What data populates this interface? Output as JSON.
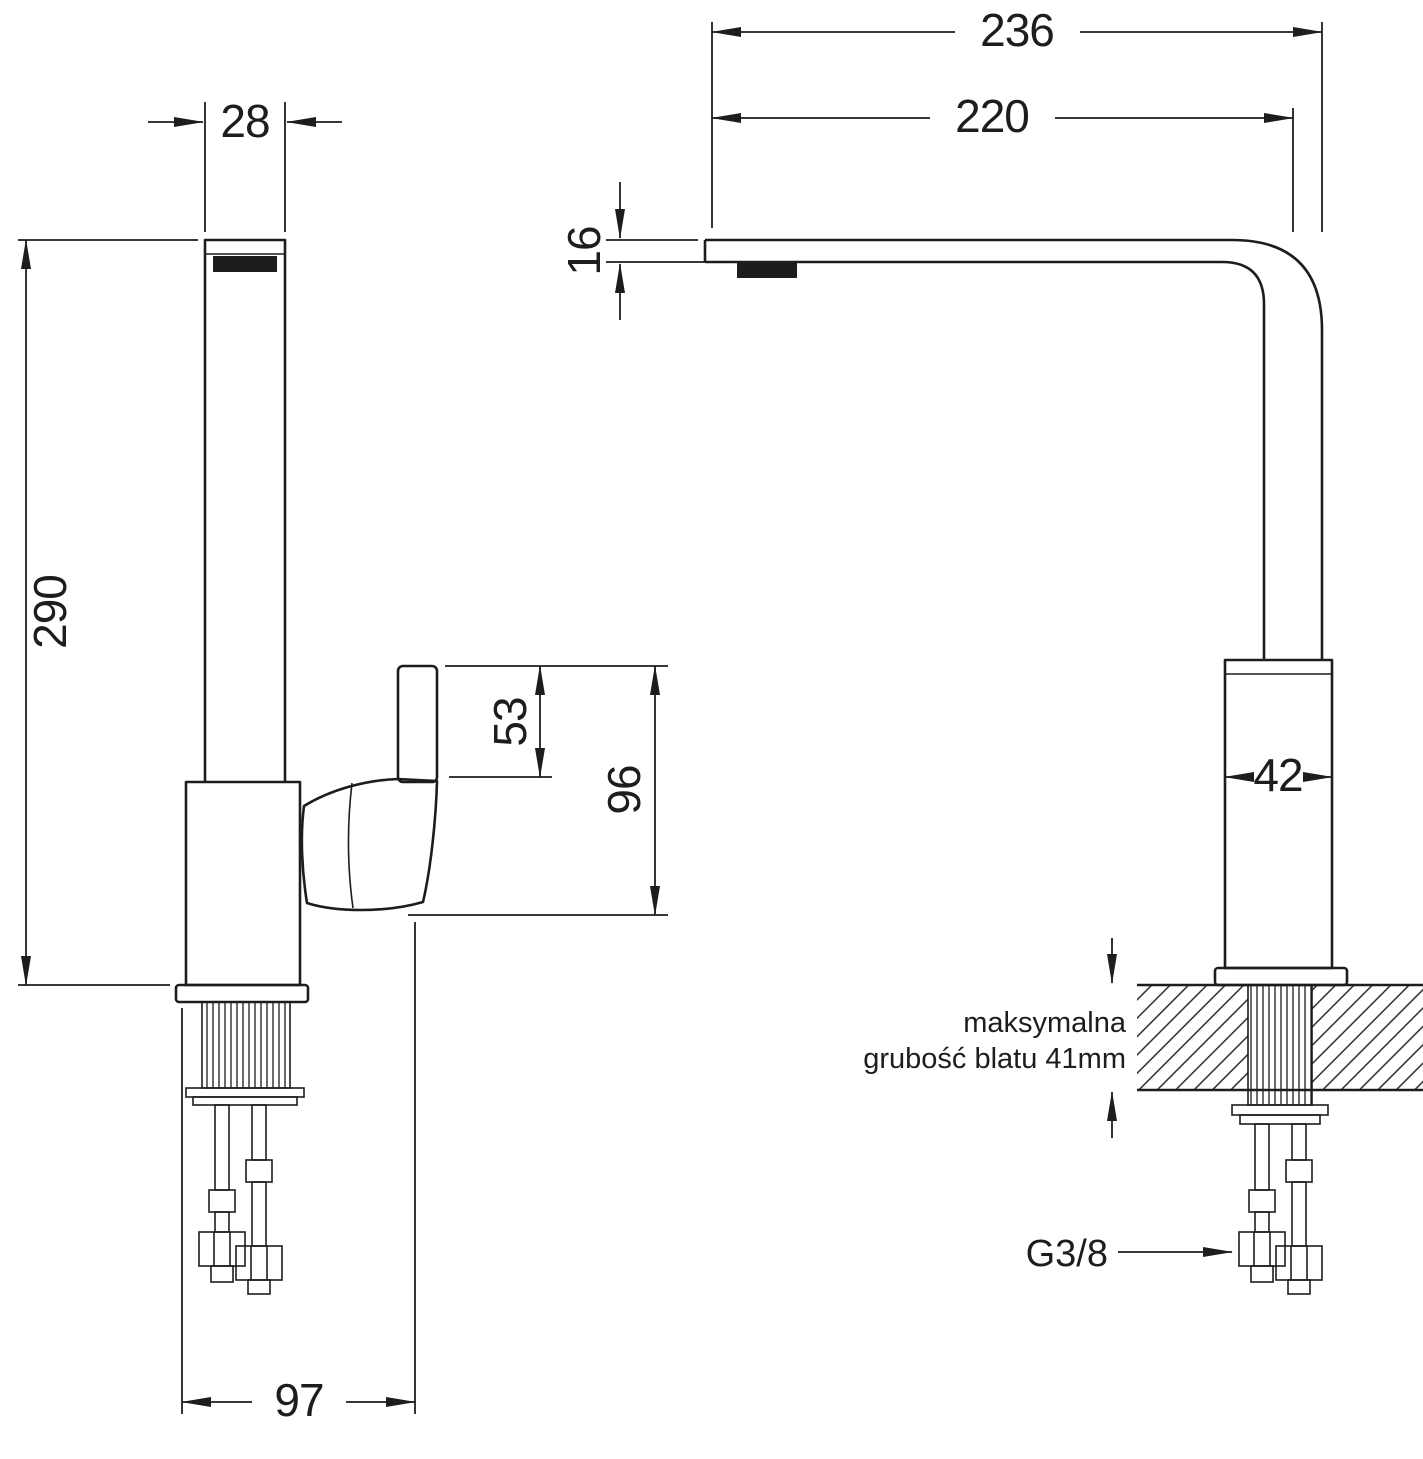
{
  "drawing": {
    "background": "#ffffff",
    "line_color": "#1d1d1b",
    "views": {
      "side": {
        "dims": {
          "spout_width": "28",
          "total_height": "290",
          "lever_height": "53",
          "head_height": "96",
          "base_depth": "97"
        }
      },
      "front": {
        "dims": {
          "total_reach": "236",
          "spout_reach": "220",
          "spout_thickness": "16",
          "body_width": "42"
        },
        "notes": {
          "countertop_line1": "maksymalna",
          "countertop_line2": "grubość blatu 41mm",
          "connection_thread": "G3/8"
        }
      }
    }
  }
}
